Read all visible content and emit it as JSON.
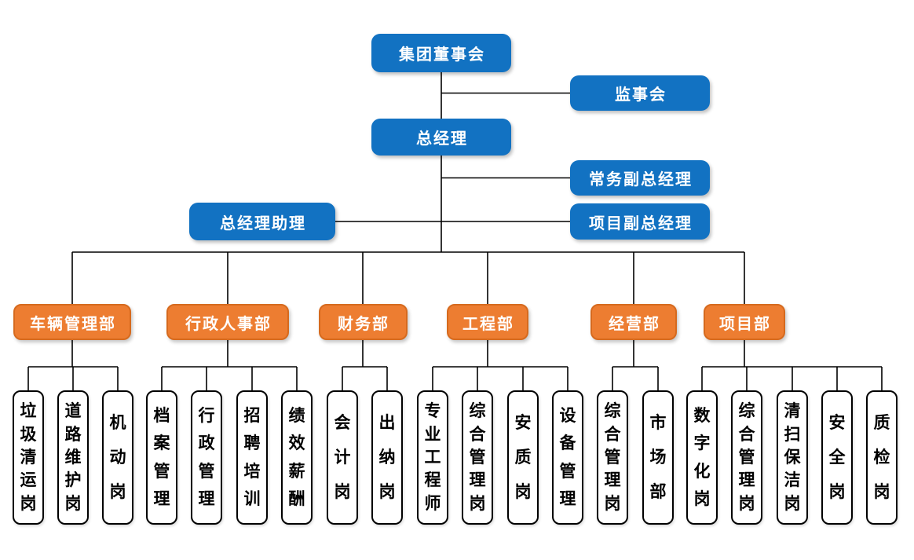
{
  "colors": {
    "node_blue": "#1272C2",
    "node_orange": "#ED7D31",
    "node_orange_border": "#D66A1E",
    "position_border": "#000000",
    "connector": "#000000",
    "background": "#FFFFFF"
  },
  "org": {
    "board": {
      "label": "集团董事会"
    },
    "supervisory": {
      "label": "监事会"
    },
    "general_manager": {
      "label": "总经理"
    },
    "executive_deputy_gm": {
      "label": "常务副总经理"
    },
    "gm_assistant": {
      "label": "总经理助理"
    },
    "project_deputy_gm": {
      "label": "项目副总经理"
    },
    "departments": [
      {
        "label": "车辆管理部",
        "positions": [
          "垃圾清运岗",
          "道路维护岗",
          "机动岗"
        ]
      },
      {
        "label": "行政人事部",
        "positions": [
          "档案管理",
          "行政管理",
          "招聘培训",
          "绩效薪酬"
        ]
      },
      {
        "label": "财务部",
        "positions": [
          "会计岗",
          "出纳岗"
        ]
      },
      {
        "label": "工程部",
        "positions": [
          "专业工程师",
          "综合管理岗",
          "安质岗",
          "设备管理"
        ]
      },
      {
        "label": "经营部",
        "positions": [
          "综合管理岗",
          "市场部"
        ]
      },
      {
        "label": "项目部",
        "positions": [
          "数字化岗",
          "综合管理岗",
          "清扫保洁岗",
          "安全岗",
          "质检岗"
        ]
      }
    ]
  }
}
